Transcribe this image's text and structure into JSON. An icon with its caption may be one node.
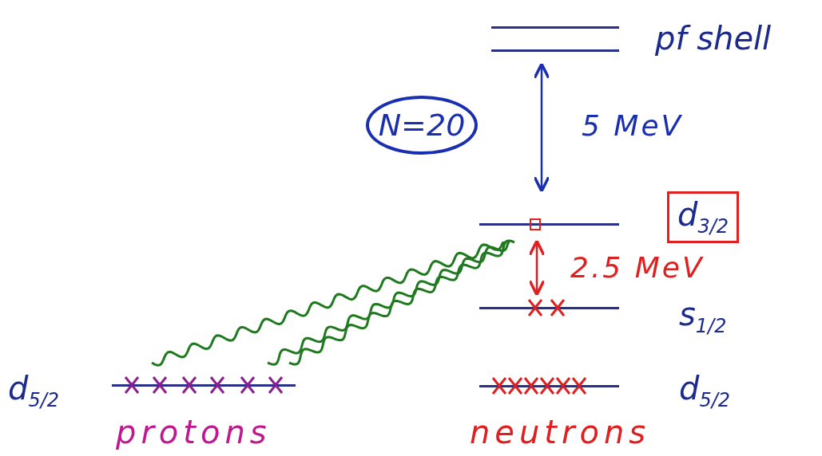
{
  "diagram": {
    "nodes": [
      {
        "text": [
          "pf shell"
        ]
      },
      {
        "text": [
          "N=20"
        ]
      },
      {
        "text": [
          "d$_{3/2}$"
        ]
      },
      {
        "text": [
          "s$_{1/2}$"
        ]
      },
      {
        "text": [
          "d$_{5/2}$"
        ]
      },
      {
        "text": [
          "d$_{5/2}$"
        ]
      }
    ],
    "edges": [
      {
        "from": 0,
        "to": 2,
        "arrow": "both",
        "label": "5 MeV",
        "color": "#1a2fb0"
      },
      {
        "from": 2,
        "to": 3,
        "arrow": "both",
        "label": "2.5 MeV",
        "color": "#e02020"
      },
      {
        "from": 5,
        "to": 2,
        "arrow": "none",
        "color": "#1f7a1f"
      },
      {
        "from": 5,
        "to": 2,
        "arrow": "none",
        "color": "#1f7a1f"
      },
      {
        "from": 5,
        "to": 2,
        "arrow": "none",
        "color": "#1f7a1f"
      }
    ],
    "labels": [
      "protons",
      "neutrons"
    ]
  }
}
